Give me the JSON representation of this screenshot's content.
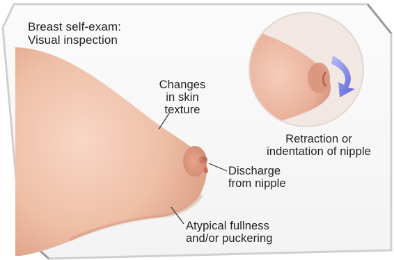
{
  "title": "Breast self-exam:\nVisual inspection",
  "labels": {
    "skin_texture": "Changes\nin skin\ntexture",
    "discharge": "Discharge\nfrom nipple",
    "fullness": "Atypical fullness\nand/or puckering",
    "retraction": "Retraction or\nindentation of nipple"
  },
  "colors": {
    "skin_light": "#f6d3c2",
    "skin_mid": "#e7a98e",
    "skin_dark": "#c98773",
    "arrow": "#7a7fe0",
    "inset_bg": "#f4ece8"
  }
}
